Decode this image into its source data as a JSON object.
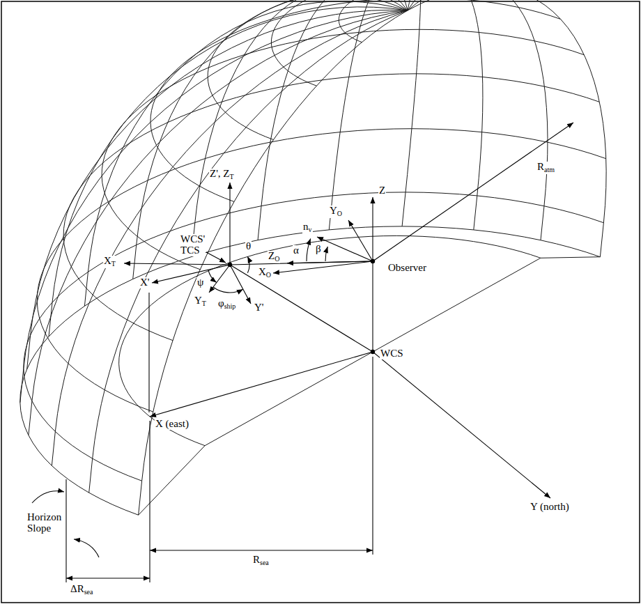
{
  "diagram": {
    "labels": [
      "Ratm",
      "Z",
      "Z', ZT",
      "YO",
      "nv",
      "WCS' TCS",
      "α",
      "β",
      "XT",
      "θ",
      "ZO",
      "Observer",
      "X'",
      "XO",
      "ψ",
      "φship",
      "YT",
      "Y'",
      "WCS",
      "X (east)",
      "Y (north)",
      "Horizon Slope",
      "Rsea",
      "ΔRsea"
    ]
  }
}
